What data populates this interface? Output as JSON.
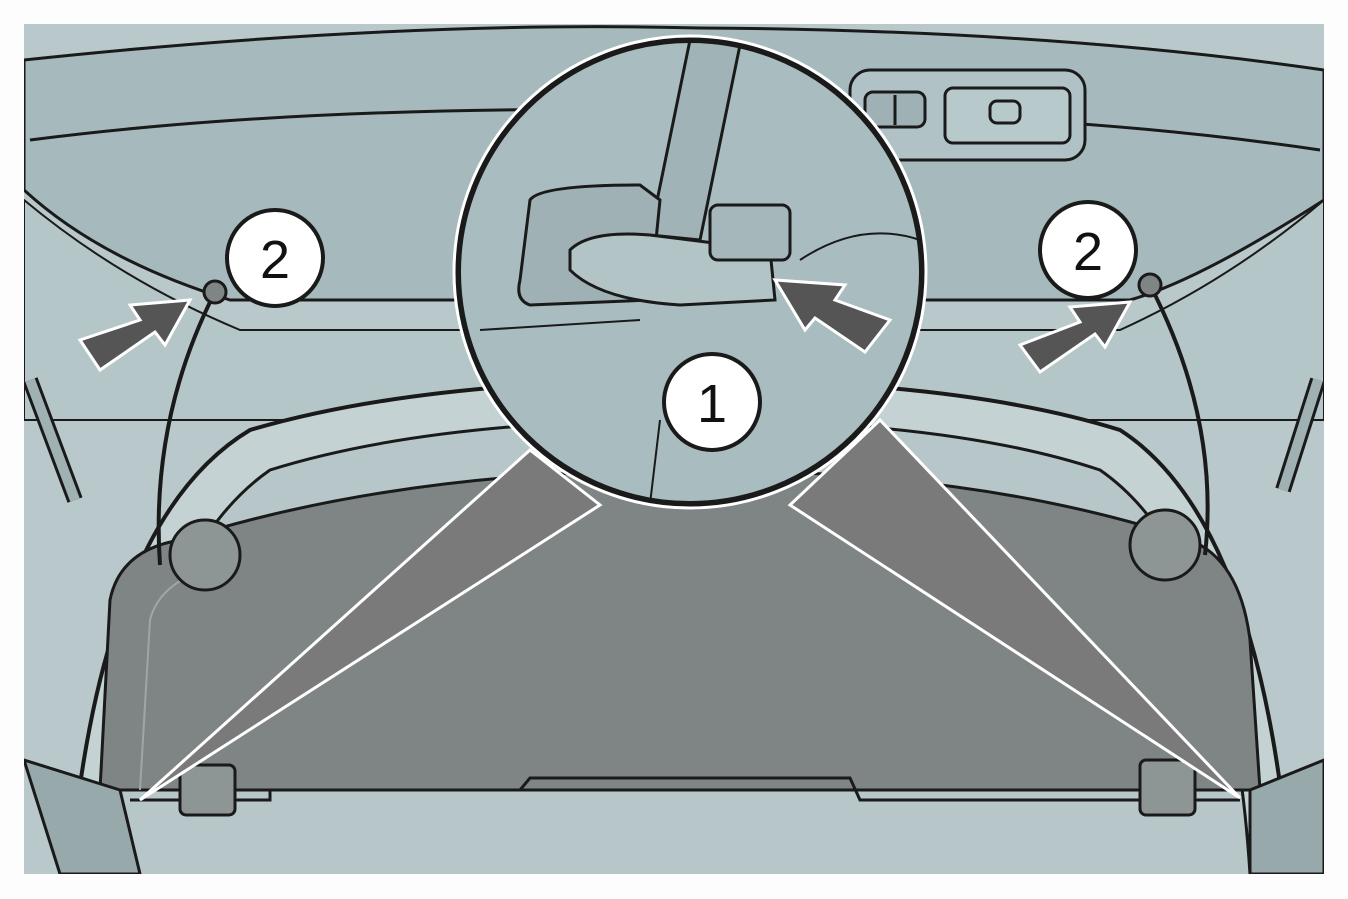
{
  "figure": {
    "description_labels": {
      "callout_1": "1",
      "callout_2_left": "2",
      "callout_2_right": "2"
    },
    "colors": {
      "background": "#b9c8cb",
      "panel_dark": "#7f8585",
      "panel_light": "#a9bcbf",
      "outline": "#1a1a1a",
      "arrow": "#555555"
    }
  }
}
